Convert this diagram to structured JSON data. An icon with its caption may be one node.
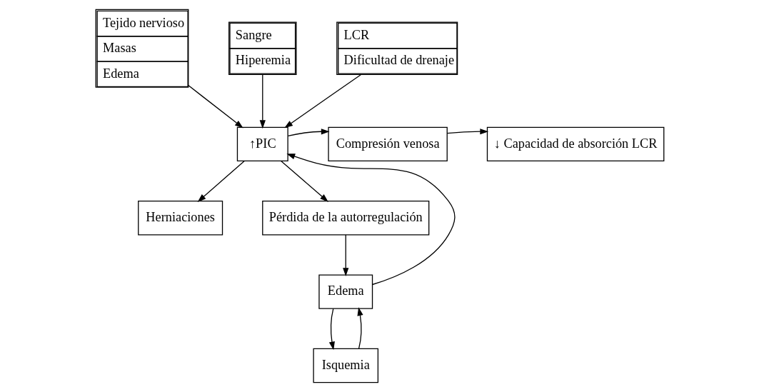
{
  "diagram": {
    "nodes": [
      {
        "text": [
          "Tejido nervioso",
          "Masas",
          "Edema"
        ]
      },
      {
        "text": [
          "Sangre",
          "Hiperemia"
        ]
      },
      {
        "text": [
          "LCR",
          "Dificultad de drenaje"
        ]
      },
      {
        "text": [
          "↑PIC"
        ]
      },
      {
        "text": [
          "Compresión venosa"
        ]
      },
      {
        "text": [
          "↓ Capacidad de absorción LCR"
        ]
      },
      {
        "text": [
          "Pérdida de la autorregulación"
        ]
      },
      {
        "text": [
          "Herniaciones"
        ]
      },
      {
        "text": [
          "Edema"
        ]
      },
      {
        "text": [
          "Isquemia"
        ]
      }
    ],
    "edges": [
      {
        "from": 0,
        "to": 3,
        "arrow": "to"
      },
      {
        "from": 1,
        "to": 3,
        "arrow": "to"
      },
      {
        "from": 2,
        "to": 3,
        "arrow": "to"
      },
      {
        "from": 3,
        "to": 4,
        "arrow": "to"
      },
      {
        "from": 4,
        "to": 5,
        "arrow": "to"
      },
      {
        "from": 3,
        "to": 6,
        "arrow": "to"
      },
      {
        "from": 3,
        "to": 7,
        "arrow": "to"
      },
      {
        "from": 6,
        "to": 8,
        "arrow": "to"
      },
      {
        "from": 8,
        "to": 3,
        "arrow": "to"
      },
      {
        "from": 8,
        "to": 9,
        "arrow": "to"
      },
      {
        "from": 9,
        "to": 8,
        "arrow": "to"
      }
    ]
  }
}
